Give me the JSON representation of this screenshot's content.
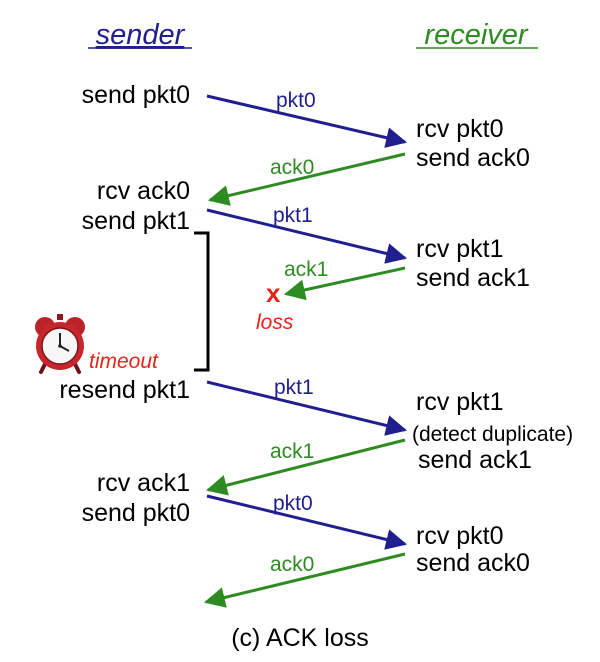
{
  "headers": {
    "sender": "sender",
    "receiver": "receiver"
  },
  "colors": {
    "pkt": "#1f1f8f",
    "ack": "#2e8b22",
    "loss": "#e8231a"
  },
  "sender_events": [
    "send pkt0",
    "rcv ack0",
    "send pkt1",
    "resend pkt1",
    "rcv ack1",
    "send pkt0"
  ],
  "receiver_events": [
    "rcv pkt0",
    "send ack0",
    "rcv pkt1",
    "send ack1",
    "rcv pkt1",
    "(detect duplicate)",
    "send ack1",
    "rcv pkt0",
    "send ack0"
  ],
  "messages": [
    "pkt0",
    "ack0",
    "pkt1",
    "ack1",
    "pkt1",
    "ack1",
    "pkt0",
    "ack0"
  ],
  "loss": {
    "mark": "x",
    "label": "loss"
  },
  "timeout_label": "timeout",
  "caption": "(c) ACK loss"
}
